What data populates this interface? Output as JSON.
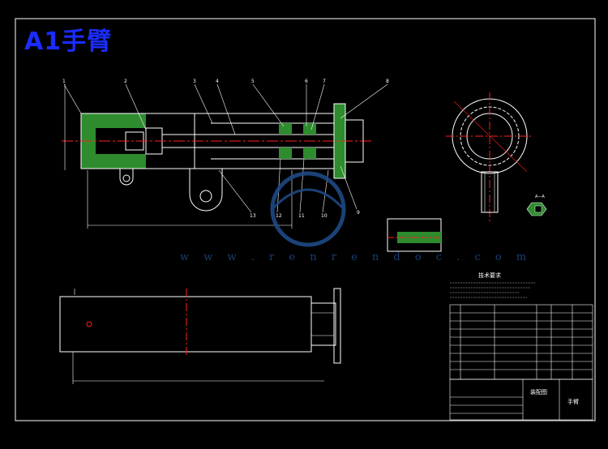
{
  "drawing": {
    "title": "A1手臂",
    "watermark_url": "w w w . r e n r e n d o c . c o m",
    "tech_requirements_title": "技术要求",
    "section_label": "A—A",
    "balloons": [
      "1",
      "2",
      "3",
      "4",
      "5",
      "6",
      "7",
      "8",
      "9",
      "10",
      "11",
      "12",
      "13"
    ],
    "title_block": {
      "drawing_name": "手臂",
      "assembly_label": "装配图"
    }
  },
  "colors": {
    "background": "#000000",
    "frame": "#ffffff",
    "title": "#1a2cff",
    "hatch": "#2e8b2e",
    "center_line": "#ff2020",
    "watermark": "#1f4a86",
    "leader": "#ffffff"
  }
}
